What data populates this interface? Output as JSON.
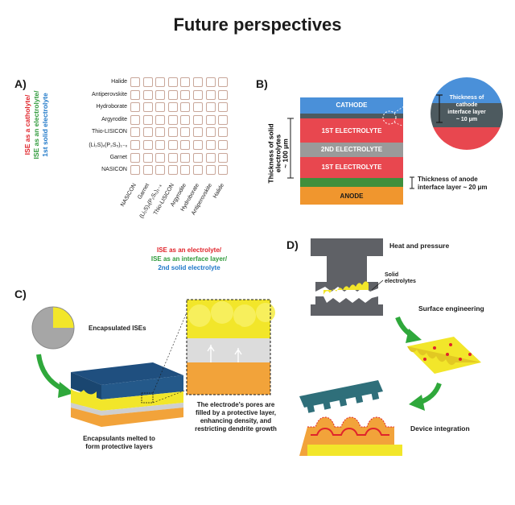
{
  "title": "Future perspectives",
  "panels": {
    "a": {
      "label": "A)",
      "rows": [
        "Halide",
        "Antiperovskite",
        "Hydroborate",
        "Argyrodite",
        "Thio-LISICON",
        "(Li₂S)ₓ(P₂S₅)₁₋ₓ",
        "Garnet",
        "NASICON"
      ],
      "cols": [
        "NASICON",
        "Garnet",
        "(Li₂S)ₓ(P₂S₅)₁₋ₓ",
        "Thio-LISICON",
        "Argyrodite",
        "Hydroborate",
        "Antiperovskite",
        "Halide"
      ],
      "y_axis": [
        "ISE as a catholyte/",
        "ISE as an electrolyte/",
        "1st solid electrolyte"
      ],
      "x_axis": [
        "ISE as an electrolyte/",
        "ISE as an interface layer/",
        "2nd solid electrolyte"
      ]
    },
    "b": {
      "label": "B)",
      "layers": [
        "CATHODE",
        "1ST ELECTROLYTE",
        "2ND ELECTROLYTE",
        "1ST ELECTROLYTE",
        "ANODE"
      ],
      "thickness_solid": [
        "Thickness of solid",
        "electrolytes",
        "~ 100 μm"
      ],
      "cathode_interface": [
        "Thickness of",
        "cathode",
        "interface layer",
        "~ 10 μm"
      ],
      "anode_interface": [
        "Thickness of anode",
        "interface layer ~ 20 μm"
      ]
    },
    "c": {
      "label": "C)",
      "encapsulated": "Encapsulated ISEs",
      "melted": [
        "Encapsulants melted to",
        "form protective layers"
      ],
      "pores": [
        "The electrode's pores are",
        "filled by a protective layer,",
        "enhancing density, and",
        "restricting dendrite growth"
      ]
    },
    "d": {
      "label": "D)",
      "heat": "Heat and pressure",
      "solid": [
        "Solid",
        "electrolytes"
      ],
      "surface": "Surface engineering",
      "device": "Device integration"
    }
  },
  "colors": {
    "red": "#e0242b",
    "green": "#2f9a3b",
    "blue": "#1f78c8",
    "cathode": "#4a90d9",
    "electrolyte": "#e8474f",
    "electrolyte2": "#9a9a9a",
    "anode": "#f0962e",
    "interface_green": "#3f8f3c",
    "dark_blue": "#1f4f7f",
    "yellow": "#f2e62a",
    "orange": "#f2a33a",
    "press_gray": "#5f6166",
    "teal": "#2f6f7a"
  }
}
